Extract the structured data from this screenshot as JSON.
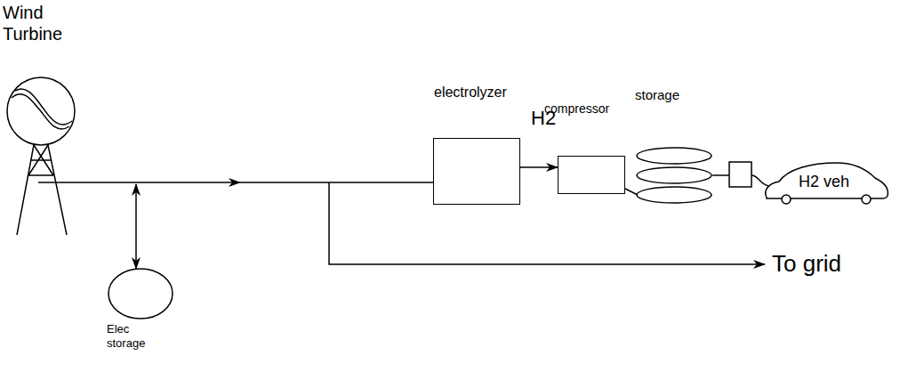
{
  "diagram": {
    "nodes": [
      {
        "text": [
          "Wind Turbine"
        ]
      },
      {
        "text": [
          "Elec storage"
        ]
      },
      {
        "text": [
          "electrolyzer"
        ]
      },
      {
        "text": [
          "compressor"
        ]
      },
      {
        "text": [
          "storage"
        ]
      },
      {
        "text": [
          "H2 veh"
        ]
      }
    ],
    "edges": [
      {
        "from": 0,
        "to": 2,
        "arrow": "to"
      },
      {
        "from": 0,
        "to": 1,
        "arrow": "both"
      },
      {
        "from": 2,
        "to": 3,
        "arrow": "to"
      },
      {
        "from": 3,
        "to": 4,
        "arrow": "none"
      }
    ],
    "labels": [
      "H2",
      "To grid"
    ]
  }
}
